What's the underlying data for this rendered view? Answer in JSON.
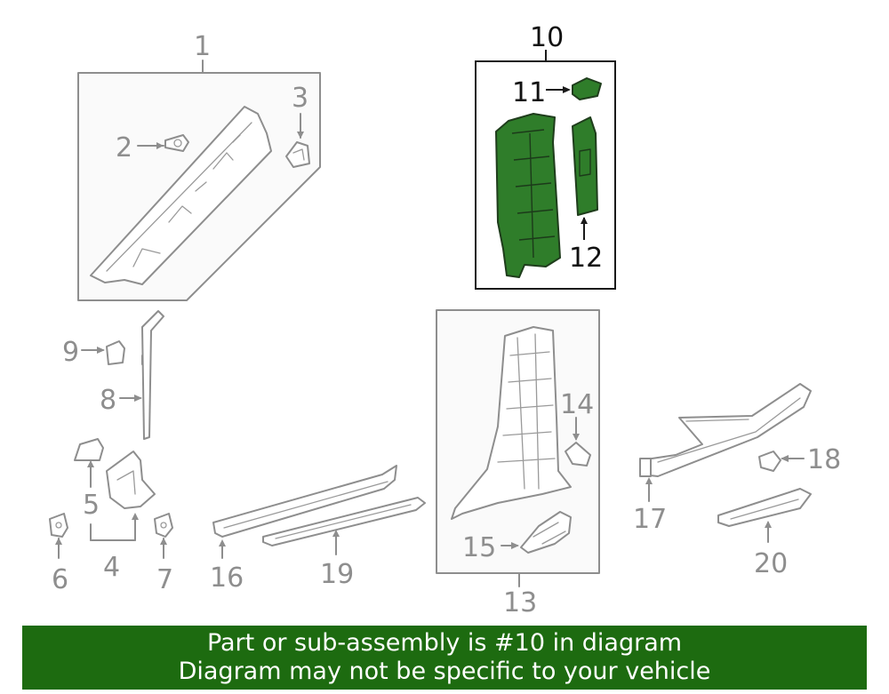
{
  "labels": {
    "1": "1",
    "2": "2",
    "3": "3",
    "4": "4",
    "5": "5",
    "6": "6",
    "7": "7",
    "8": "8",
    "9": "9",
    "10": "10",
    "11": "11",
    "12": "12",
    "13": "13",
    "14": "14",
    "15": "15",
    "16": "16",
    "17": "17",
    "18": "18",
    "19": "19",
    "20": "20"
  },
  "highlighted_part": "10",
  "colors": {
    "highlight": "#2f7d2a",
    "banner": "#1d6b10",
    "line": "#8e8e8e"
  },
  "banner": {
    "line1": "Part or sub-assembly is #10 in diagram",
    "line2": "Diagram may not be specific to your vehicle"
  }
}
